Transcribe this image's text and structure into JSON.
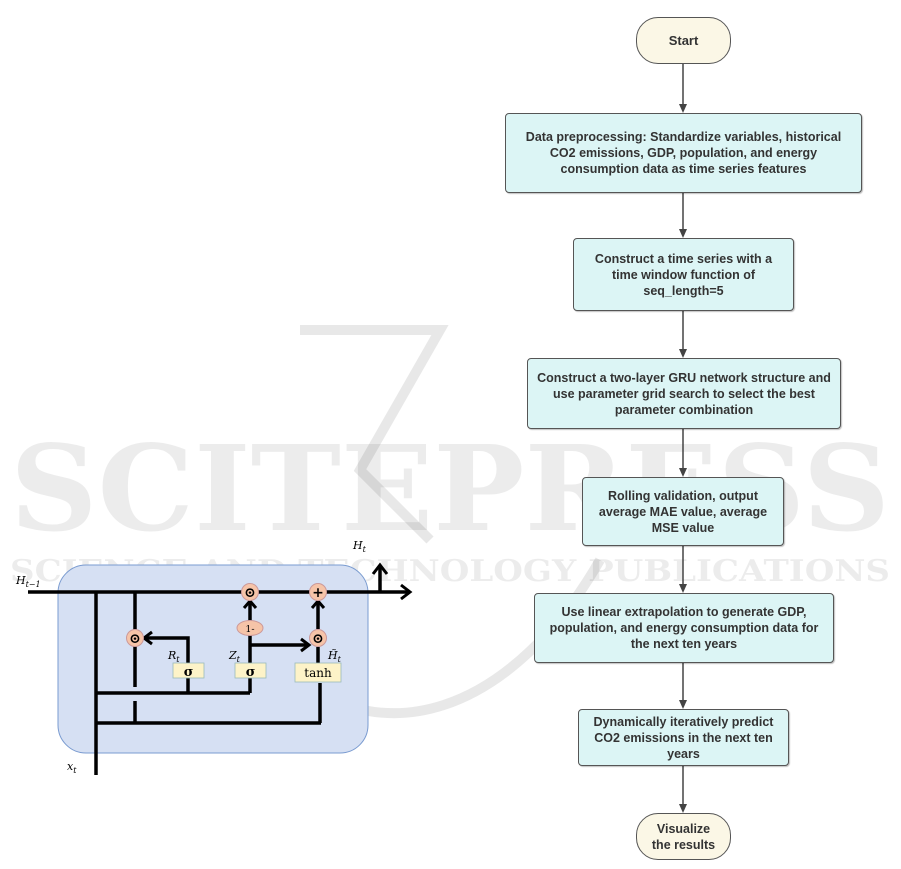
{
  "watermark": {
    "main": "SCITEPRESS",
    "sub": "SCIENCE AND TECHNOLOGY PUBLICATIONS"
  },
  "gru_cell": {
    "labels": {
      "h_prev": "H",
      "h_prev_sub": "t−1",
      "h_out": "H",
      "h_out_sub": "t",
      "x_in": "x",
      "x_in_sub": "t",
      "reset": "R",
      "reset_sub": "t",
      "update": "Z",
      "update_sub": "t",
      "candidate": "H̃",
      "candidate_sub": "t"
    },
    "gates": {
      "reset_gate": "σ",
      "update_gate": "σ",
      "candidate_gate": "tanh",
      "one_minus": "1-"
    },
    "ops": {
      "hadamard": "⊙",
      "add": "+"
    },
    "colors": {
      "cell_fill": "#d6e0f3",
      "cell_border": "#7a9bd0",
      "op_fill": "#f6c4a8",
      "gate_fill": "#fdf3c8"
    }
  },
  "flowchart": {
    "start": "Start",
    "steps": [
      "Data preprocessing: Standardize variables, historical CO2 emissions, GDP, population, and energy consumption data as time series features",
      "Construct a time series with a time window function of seq_length=5",
      "Construct a two-layer GRU network structure and use parameter grid search to select the best parameter combination",
      "Rolling validation, output average MAE value, average MSE value",
      "Use linear extrapolation to generate GDP, population, and energy consumption data for the next ten years",
      "Dynamically iteratively predict CO2 emissions in the next ten years"
    ],
    "end": "Visualize the results",
    "colors": {
      "terminal_fill": "#fbf7e6",
      "process_fill": "#dcf5f5",
      "border": "#555555"
    }
  }
}
